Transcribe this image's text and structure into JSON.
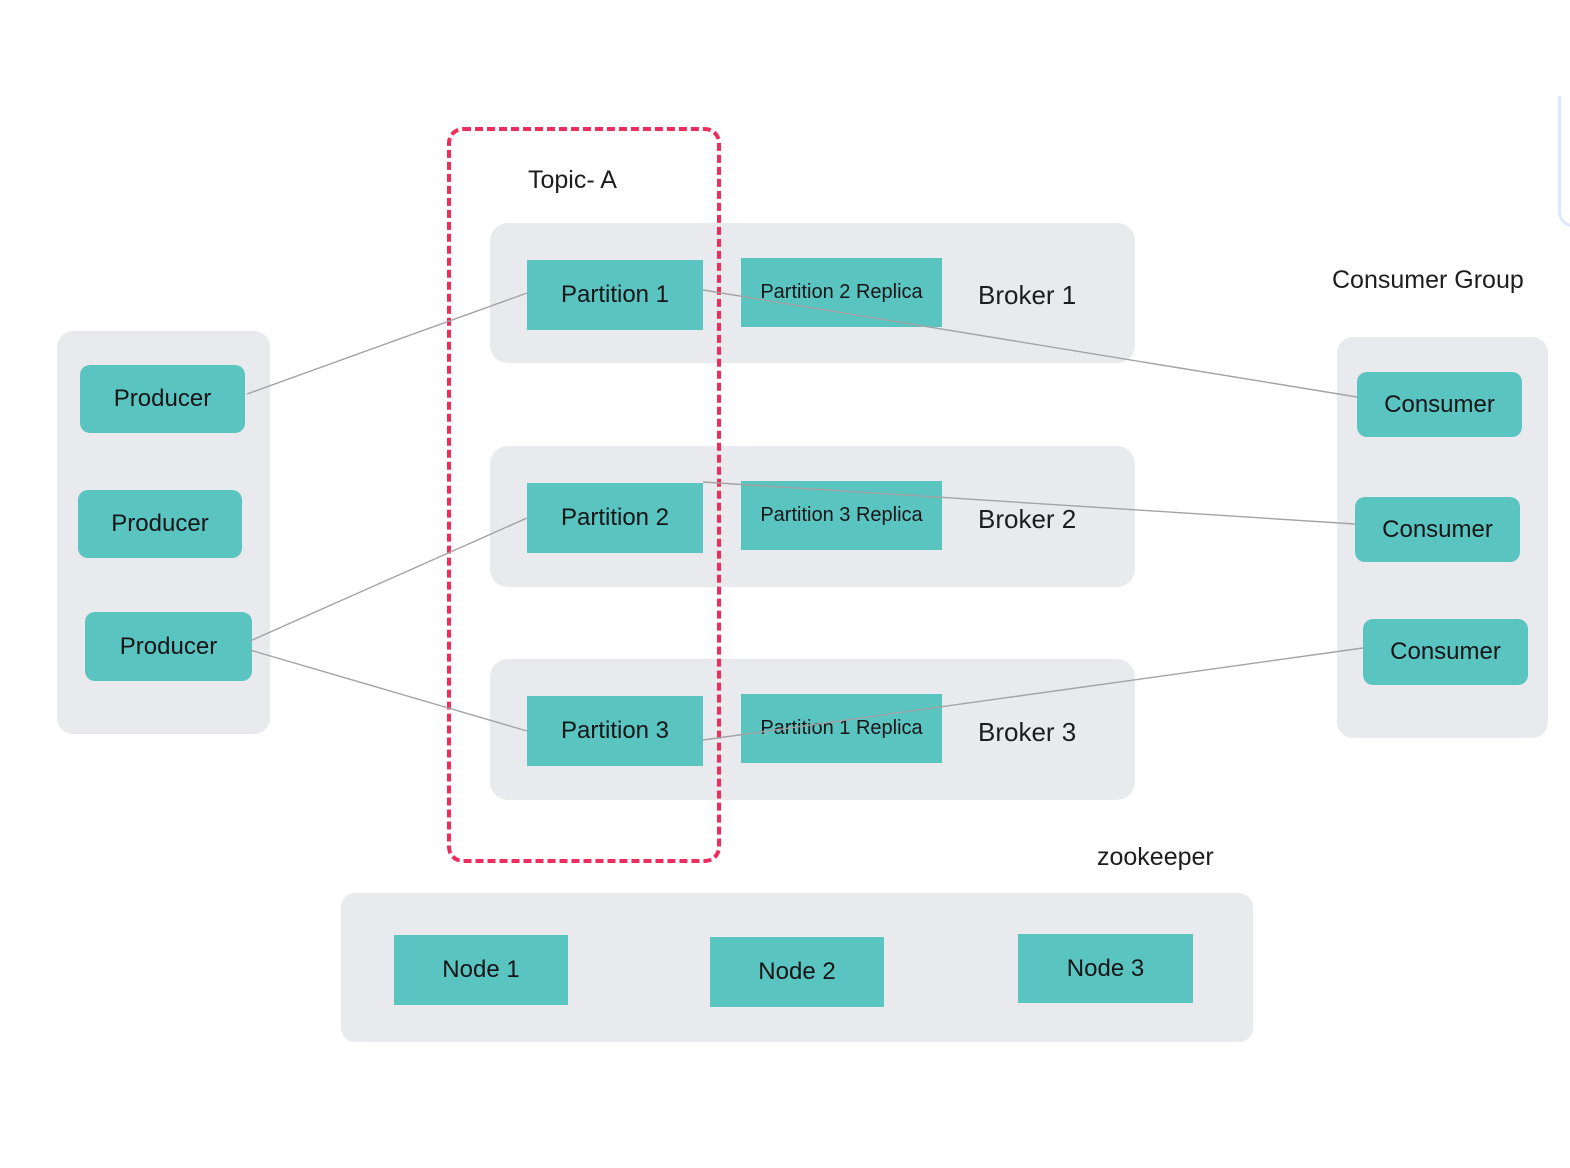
{
  "topic": {
    "label": "Topic- A",
    "partitions": [
      "Partition 1",
      "Partition 2",
      "Partition 3"
    ]
  },
  "producers": {
    "items": [
      "Producer",
      "Producer",
      "Producer"
    ]
  },
  "brokers": [
    {
      "label": "Broker 1",
      "partition": "Partition 1",
      "replica": "Partition 2 Replica"
    },
    {
      "label": "Broker 2",
      "partition": "Partition 2",
      "replica": "Partition 3 Replica"
    },
    {
      "label": "Broker 3",
      "partition": "Partition 3",
      "replica": "Partition 1 Replica"
    }
  ],
  "consumer_group": {
    "label": "Consumer Group",
    "consumers": [
      "Consumer",
      "Consumer",
      "Consumer"
    ]
  },
  "zookeeper": {
    "label": "zookeeper",
    "nodes": [
      "Node 1",
      "Node 2",
      "Node 3"
    ]
  },
  "colors": {
    "node_fill": "#5ac4c0",
    "panel_fill": "#e9eaee",
    "topic_border": "#ee2d5d",
    "connector": "#a3a3a3",
    "text": "#1d1d1f"
  }
}
